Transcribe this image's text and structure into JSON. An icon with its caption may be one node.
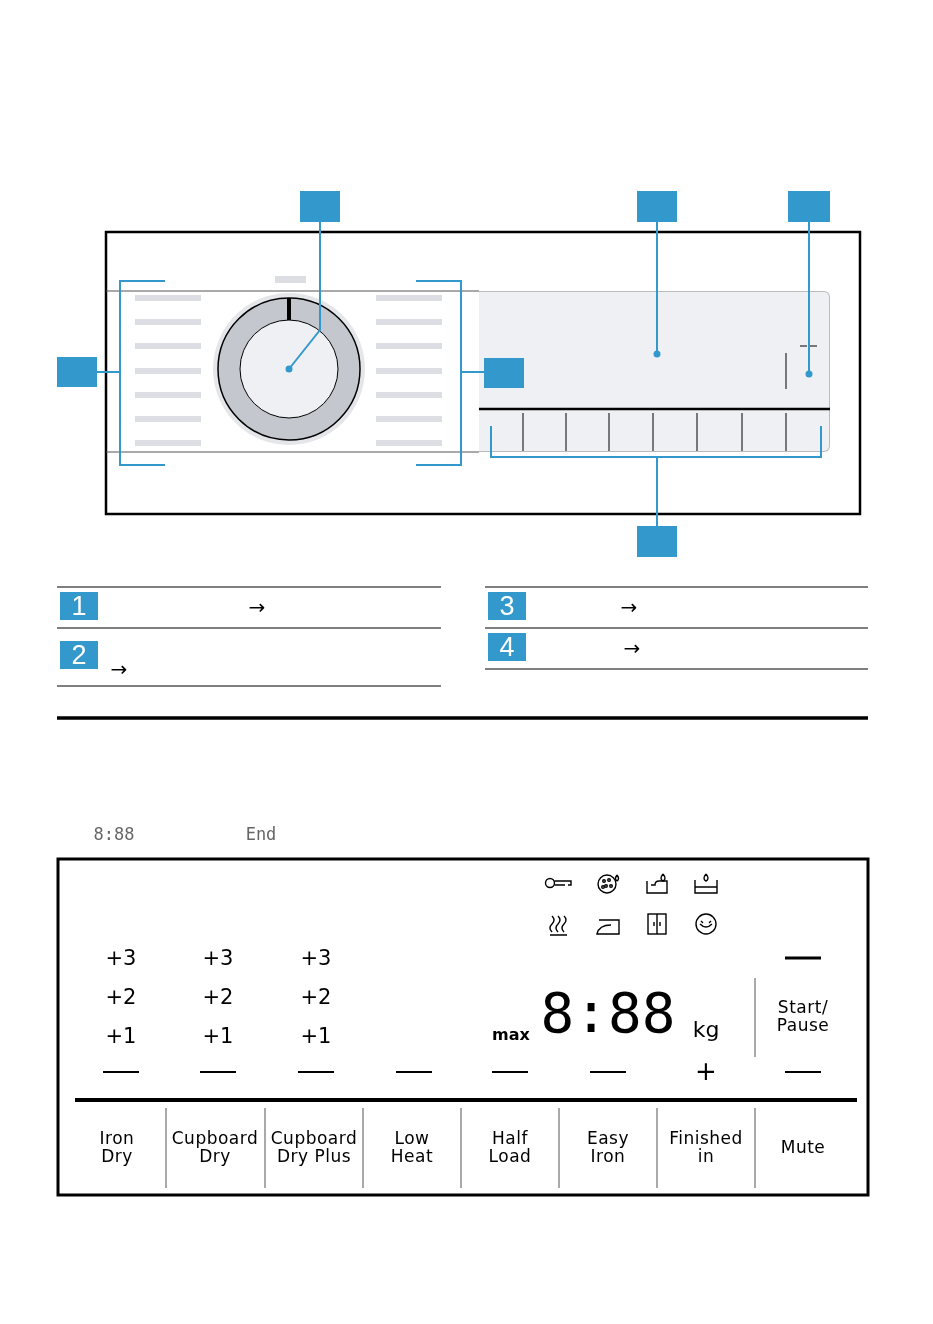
{
  "diagram": {
    "nodes": [
      {
        "text": [],
        "shape": "box"
      },
      {
        "text": [],
        "shape": "box"
      },
      {
        "text": [],
        "shape": "box"
      },
      {
        "text": [],
        "shape": "box"
      },
      {
        "text": [],
        "shape": "box",
        "in": 7
      },
      {
        "text": [],
        "shape": "box"
      },
      {
        "text": [],
        "shape": "circle"
      },
      {
        "text": [],
        "shape": "box"
      },
      {
        "text": [
          "1"
        ]
      },
      {
        "text": [
          "2"
        ]
      },
      {
        "text": [
          "3"
        ]
      },
      {
        "text": [
          "4"
        ]
      },
      {
        "text": [],
        "shape": "box"
      },
      {
        "text": [],
        "shape": "box"
      },
      {
        "text": [],
        "shape": "box",
        "in": 7
      }
    ],
    "edges": [
      {
        "from": 0,
        "to": 6,
        "arrow": "other"
      },
      {
        "from": 1,
        "to": 7,
        "arrow": "other"
      },
      {
        "from": 2,
        "to": 7,
        "arrow": "other"
      },
      {
        "from": 3,
        "to": 12,
        "arrow": "none"
      },
      {
        "from": 4,
        "to": 13,
        "arrow": "none"
      },
      {
        "from": 5,
        "to": 14,
        "arrow": "none"
      }
    ],
    "labels": [
      "→",
      "→",
      "→",
      "→",
      "8:88",
      "End",
      "+3",
      "+3",
      "+3",
      "+2",
      "+2",
      "+2",
      "Start/ Pause",
      "+1",
      "+1",
      "+1",
      "max",
      "8:88",
      "kg",
      "+",
      "Iron Dry",
      "Cupboard Dry",
      "Cupboard Dry Plus",
      "Low Heat",
      "Half Load",
      "Easy Iron",
      "Finished in",
      "Mute"
    ]
  }
}
